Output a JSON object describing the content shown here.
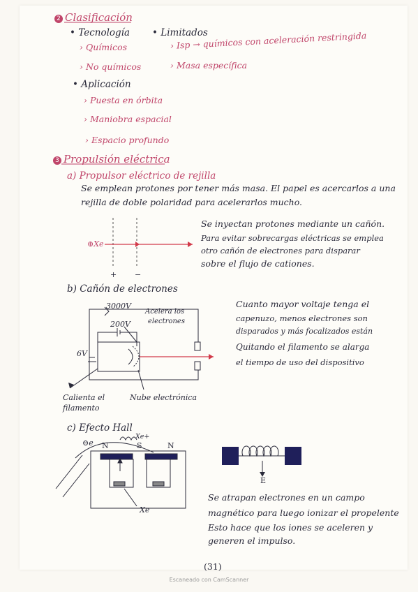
{
  "sec2": {
    "number": "2",
    "title": "Clasificación",
    "tecnologia": {
      "label": "Tecnología",
      "items": [
        "Químicos",
        "No químicos"
      ]
    },
    "limitados": {
      "label": "Limitados",
      "items": [
        "Isp → químicos con aceleración restringida",
        "Masa específica"
      ]
    },
    "aplicacion": {
      "label": "Aplicación",
      "items": [
        "Puesta en órbita",
        "Maniobra espacial",
        "Espacio profundo"
      ]
    }
  },
  "sec3": {
    "number": "3",
    "title": "Propulsión eléctrica",
    "a": {
      "heading": "a) Propulsor eléctrico de rejilla",
      "text": [
        "Se emplean protones por tener más masa. El papel es acercarlos a una",
        "rejilla de doble polaridad para acelerarlos mucho."
      ],
      "diagram": {
        "ion": "Xe",
        "plus": "+",
        "minus": "−"
      },
      "note": [
        "Se inyectan protones mediante un cañón.",
        "Para evitar sobrecargas eléctricas se emplea",
        "otro cañón de electrones para disparar",
        "sobre el flujo de cationes."
      ]
    },
    "b": {
      "heading": "b) Cañón de electrones",
      "v3000": "3000V",
      "v200": "200V",
      "v6": "6V",
      "acelera": [
        "Acelera los",
        "electrones"
      ],
      "calienta": [
        "Calienta el",
        "filamento"
      ],
      "nube": "Nube electrónica",
      "note": [
        "Cuanto mayor voltaje tenga el",
        "capenuzo, menos electrones son",
        "disparados y más focalizados están",
        "Quitando el filamento se alarga",
        "el tiempo de uso del dispositivo"
      ]
    },
    "c": {
      "heading": "c) Efecto Hall",
      "e": "e",
      "xe_plus": "Xe+",
      "n1": "N",
      "s": "S",
      "n2": "N",
      "xe": "Xe",
      "efield": "E",
      "note": [
        "Se atrapan electrones en un campo",
        "magnético para luego ionizar el propelente",
        "Esto hace que los iones se aceleren y",
        "generen el impulso."
      ]
    }
  },
  "page_number": "(31)",
  "scanner": "Escaneado con CamScanner",
  "colors": {
    "pink": "#c0456a",
    "ink": "#2a2a3a",
    "navy": "#1f1f5a",
    "red": "#d23a4a",
    "paper": "#fdfcf8"
  }
}
